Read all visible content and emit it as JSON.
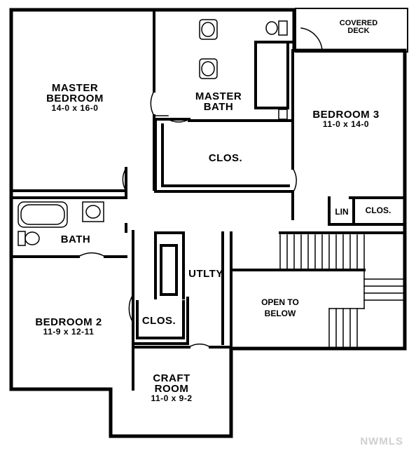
{
  "rooms": {
    "master_bedroom": {
      "name_line1": "MASTER",
      "name_line2": "BEDROOM",
      "dims": "14-0 x 16-0"
    },
    "master_bath": {
      "name_line1": "MASTER",
      "name_line2": "BATH"
    },
    "covered_deck": {
      "name_line1": "COVERED",
      "name_line2": "DECK"
    },
    "bedroom3": {
      "name": "BEDROOM 3",
      "dims": "11-0 x 14-0"
    },
    "master_closet": {
      "name": "CLOS."
    },
    "linen": {
      "name": "LIN"
    },
    "bedroom3_closet": {
      "name": "CLOS."
    },
    "bath": {
      "name": "BATH"
    },
    "utility": {
      "name": "UTLTY"
    },
    "open_to_below": {
      "name_line1": "OPEN TO",
      "name_line2": "BELOW"
    },
    "bedroom2": {
      "name": "BEDROOM 2",
      "dims": "11-9 x 12-11"
    },
    "bedroom2_closet": {
      "name": "CLOS."
    },
    "craft_room": {
      "name_line1": "CRAFT",
      "name_line2": "ROOM",
      "dims": "11-0 x 9-2"
    }
  },
  "watermark": "NWMLS",
  "colors": {
    "wall": "#000000",
    "background": "#ffffff",
    "watermark": "#cfcfcf"
  }
}
